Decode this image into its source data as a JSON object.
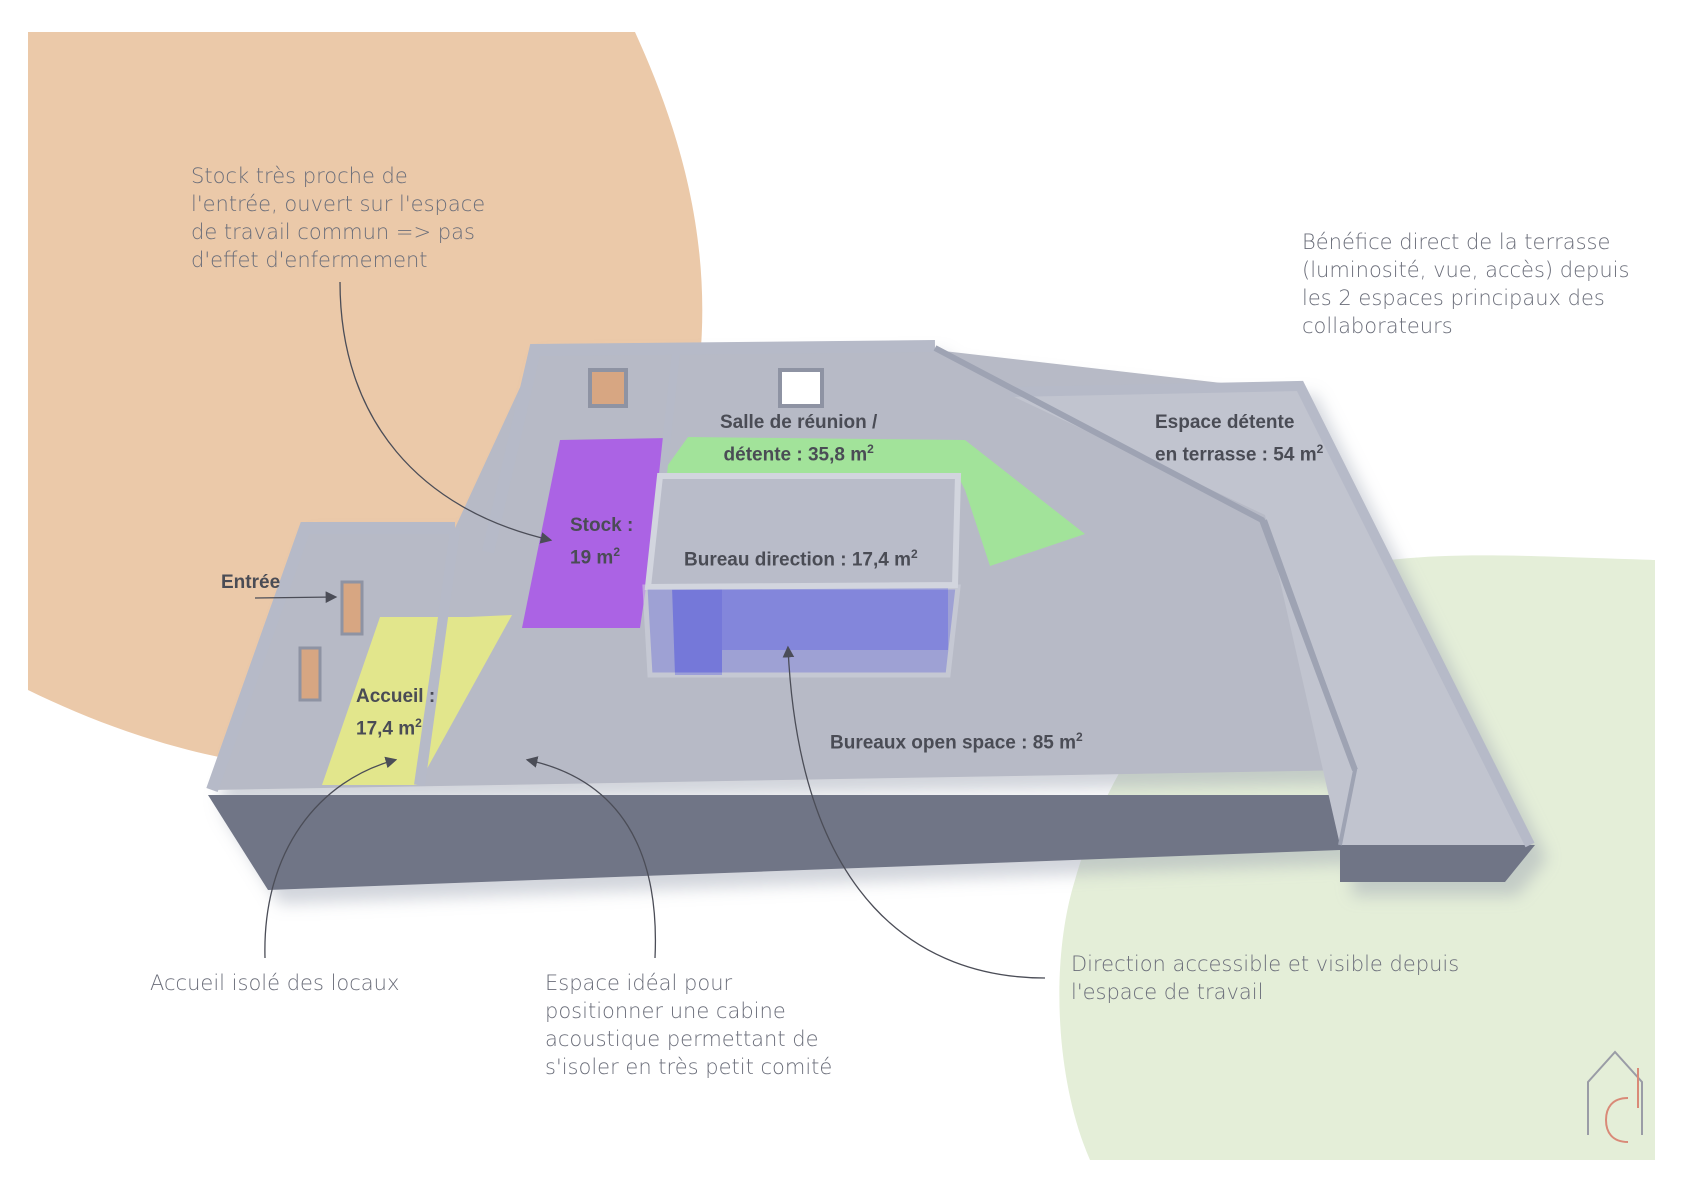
{
  "colors": {
    "peach_blob": "#ebc9a9",
    "green_blob": "#e4eed8",
    "wall_top": "#b6bac8",
    "wall_side": "#6f7486",
    "floor": "#b7bac6",
    "stock": "#ab63e4",
    "meeting": "#a2e39a",
    "accueil": "#e2e68c",
    "direction": "#5c5fd2",
    "note_text": "#6b6e7a",
    "label_text": "#4a4c55",
    "logo": "#d98a78"
  },
  "annotations": {
    "stock_note": "Stock très proche de\nl'entrée, ouvert sur l'espace\nde travail commun => pas\nd'effet d'enfermement",
    "terrace_note": "Bénéfice direct de la terrasse\n(luminosité, vue, accès) depuis\nles 2 espaces principaux des\ncollaborateurs",
    "accueil_note": "Accueil isolé des locaux",
    "cabin_note": "Espace idéal pour\npositionner une cabine\nacoustique permettant de\ns'isoler en très petit comité",
    "direction_note": "Direction accessible et visible depuis\nl'espace de travail"
  },
  "rooms": {
    "meeting": {
      "line1": "Salle de réunion /",
      "line2": "détente : 35,8 m",
      "sup": "2"
    },
    "terrace": {
      "line1": "Espace détente",
      "line2": "en terrasse : 54 m",
      "sup": "2"
    },
    "stock": {
      "line1": "Stock :",
      "line2": "19 m",
      "sup": "2"
    },
    "direction": {
      "line1": "Bureau direction : 17,4 m",
      "sup": "2"
    },
    "entree": {
      "line1": "Entrée"
    },
    "accueil": {
      "line1": "Accueil :",
      "line2": "17,4 m",
      "sup": "2"
    },
    "open_space": {
      "line1": "Bureaux open space : 85 m",
      "sup": "2"
    }
  },
  "logo": {
    "icon": "house-c-logo-icon"
  }
}
